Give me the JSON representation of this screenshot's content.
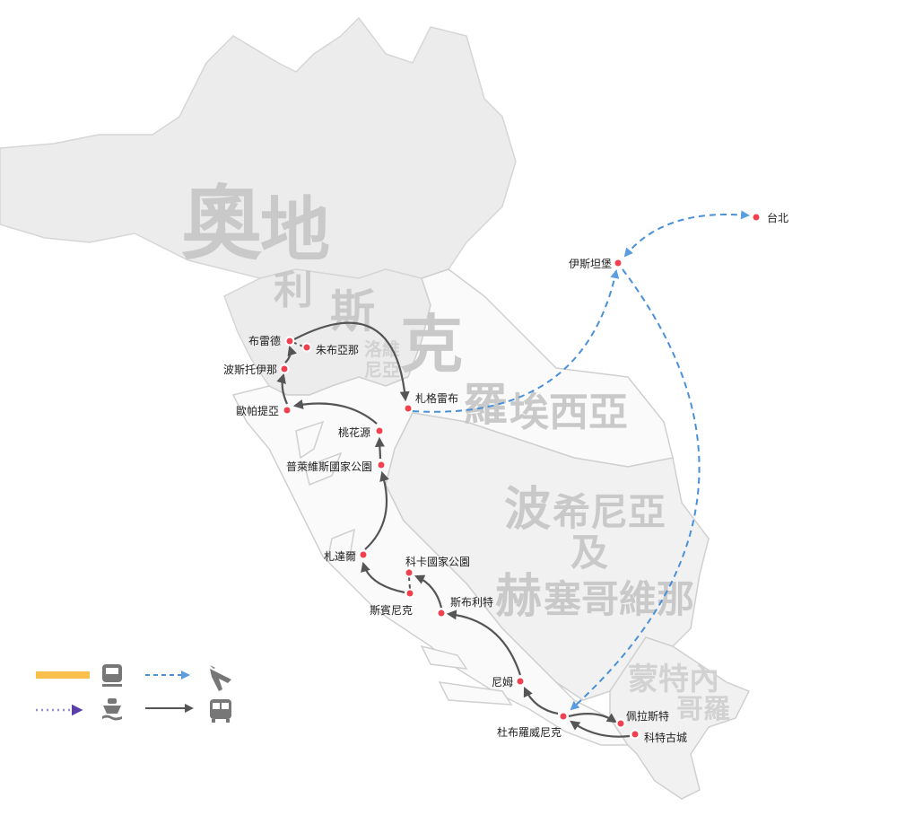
{
  "regions": {
    "austria": [
      "奧",
      "地",
      "利"
    ],
    "slovenia": [
      "斯",
      "洛維",
      "尼亞"
    ],
    "croatia": [
      "克",
      "羅",
      "埃西亞"
    ],
    "bosnia": [
      "波",
      "希尼亞",
      "及",
      "赫",
      "塞哥維那"
    ],
    "montenegro": [
      "蒙特內",
      "哥羅"
    ]
  },
  "cities": {
    "taipei": "台北",
    "istanbul": "伊斯坦堡",
    "zagreb": "札格雷布",
    "bled": "布雷德",
    "ljubljana": "朱布亞那",
    "postojna": "波斯托伊那",
    "opatija": "歐帕提亞",
    "rastoke": "桃花源",
    "plitvice": "普萊維斯國家公園",
    "zadar": "札達爾",
    "krka": "科卡國家公園",
    "sibenik": "斯賓尼克",
    "split": "斯布利特",
    "neum": "尼姆",
    "dubrovnik": "杜布羅威尼克",
    "perast": "佩拉斯特",
    "kotor": "科特古城"
  },
  "legend": [
    {
      "line": "solid-yellow",
      "icon": "train-icon",
      "color": "#f9c04b"
    },
    {
      "line": "dashed-blue-arrow",
      "icon": "airplane-icon",
      "color": "#4a90d9"
    },
    {
      "line": "dotted-purple-arrow",
      "icon": "ship-icon",
      "color": "#6b4fb0"
    },
    {
      "line": "solid-gray-arrow",
      "icon": "bus-icon",
      "color": "#555555"
    }
  ]
}
